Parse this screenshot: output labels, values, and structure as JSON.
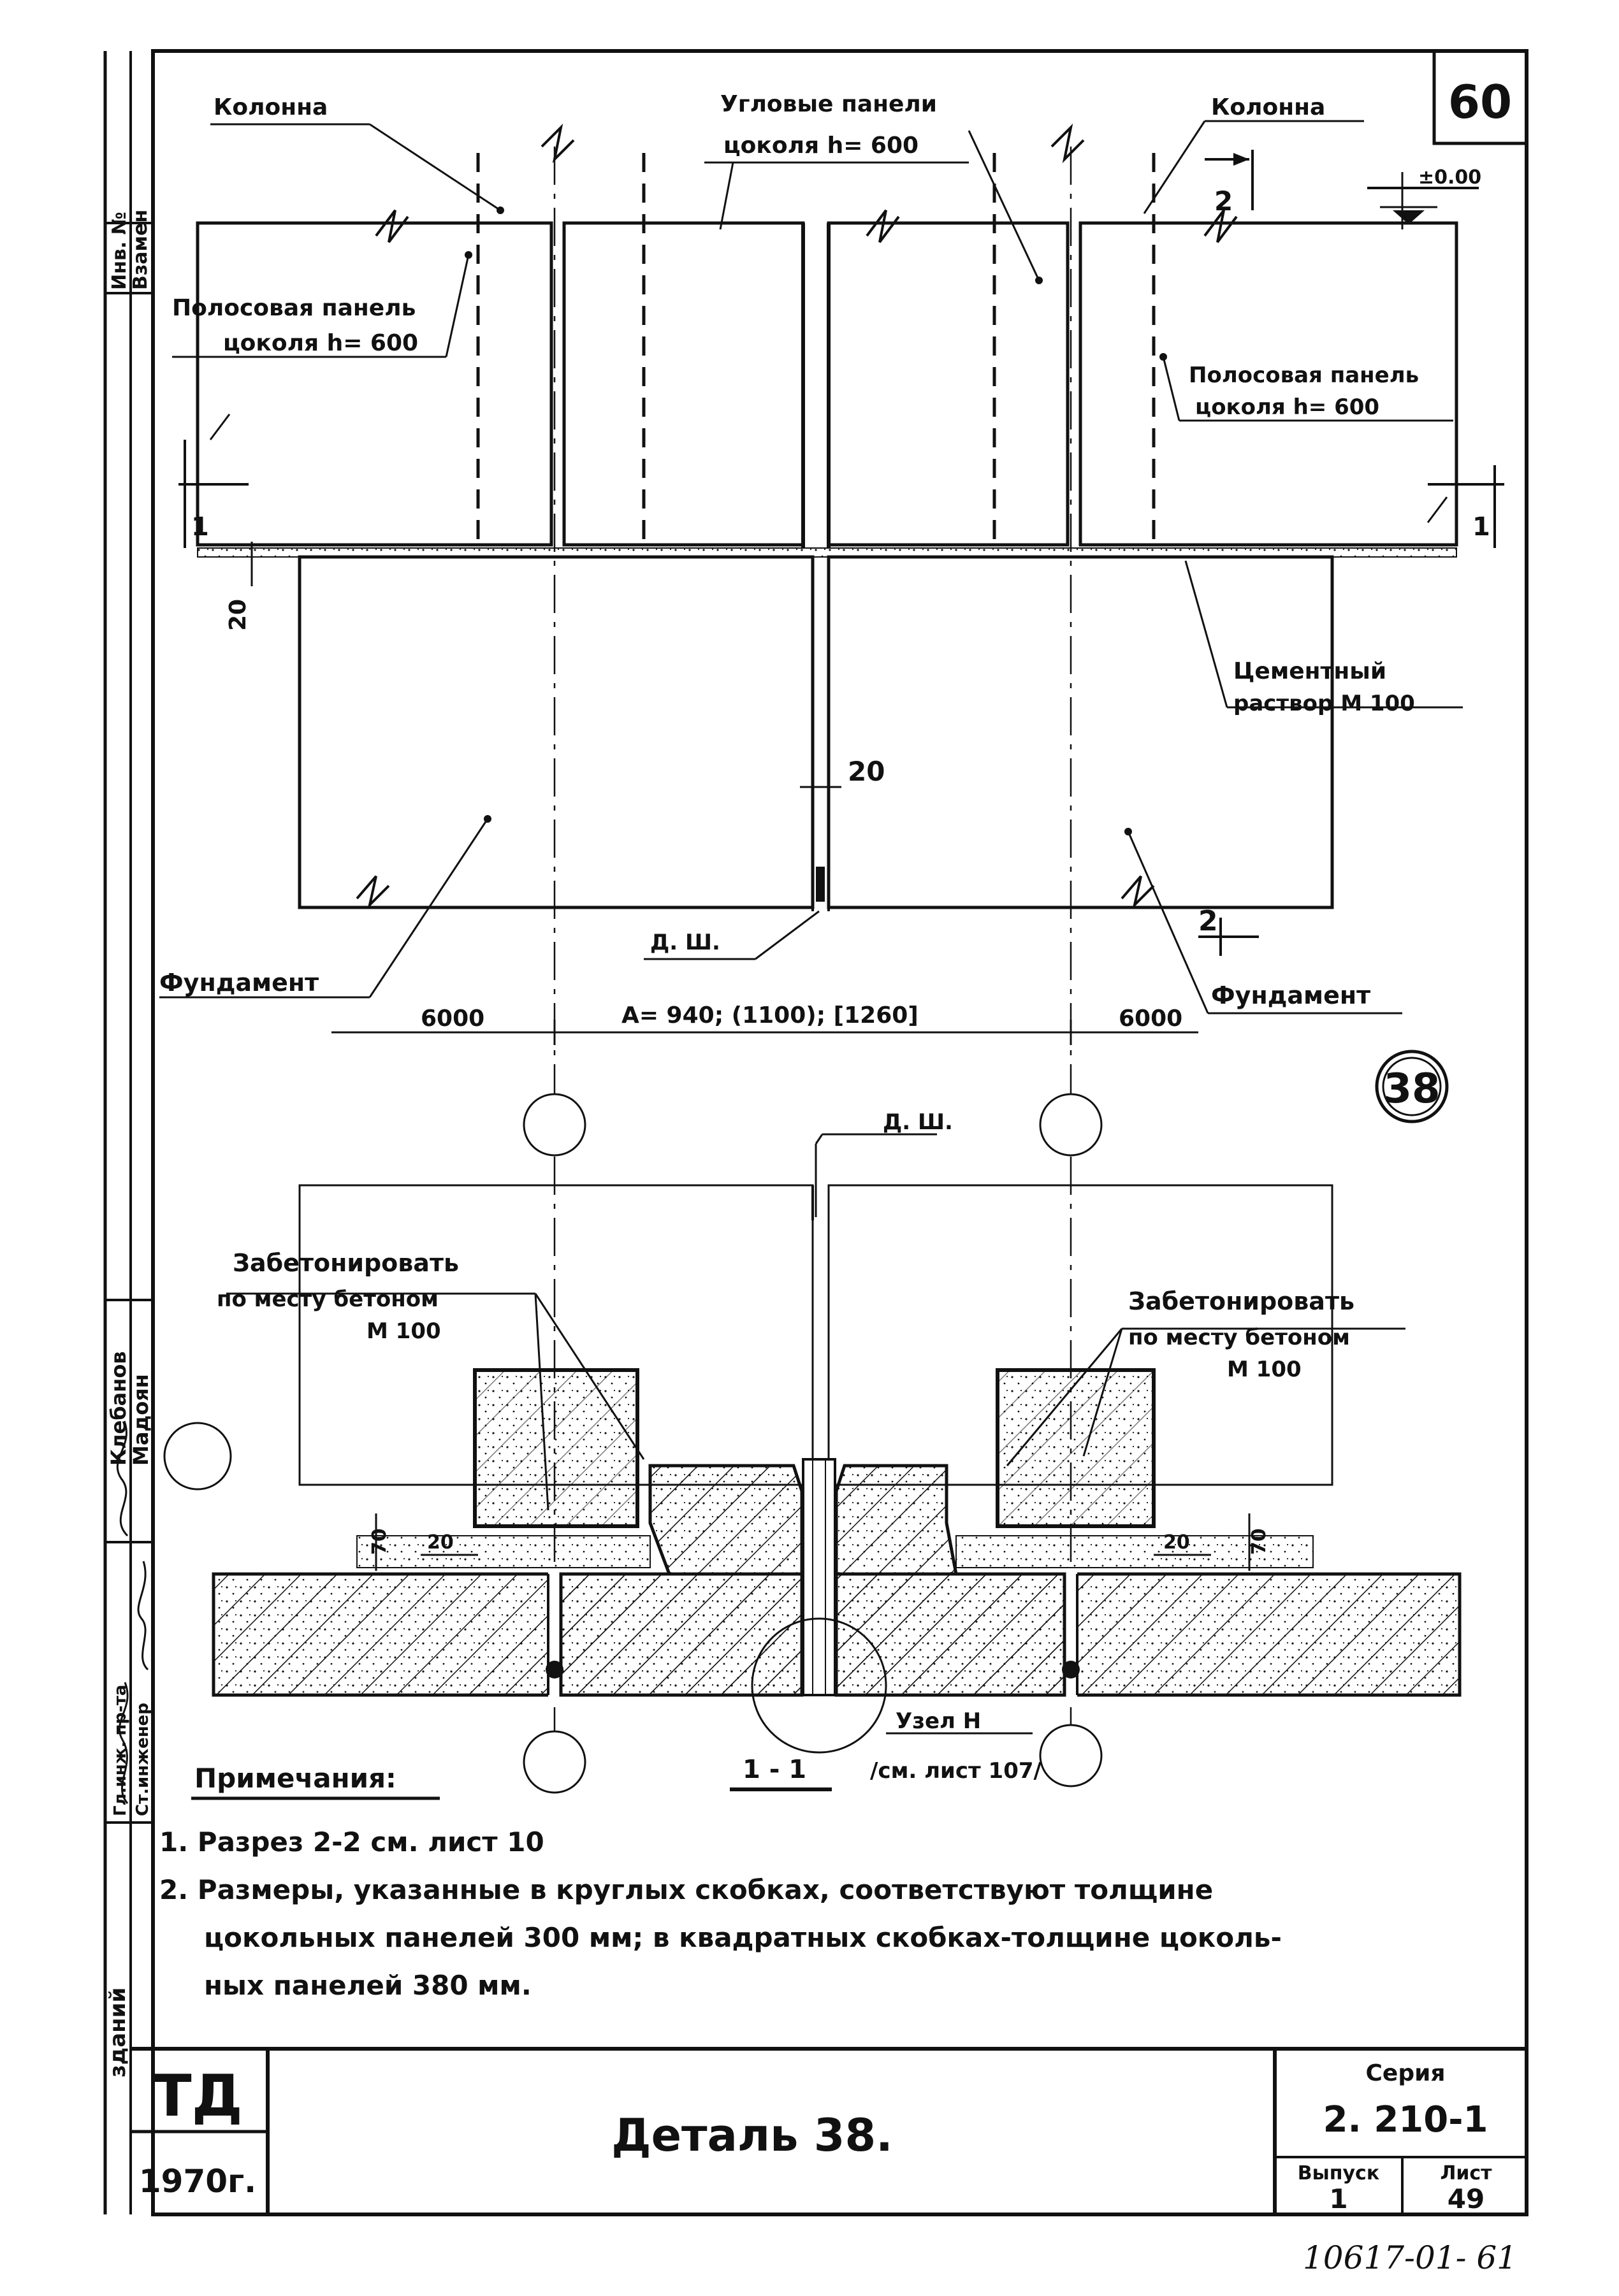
{
  "sheet_number": "60",
  "detail_callout": "38",
  "elevation": {
    "kolonna_left": "Колонна",
    "kolonna_right": "Колонна",
    "corner_panels_line1": "Угловые панели",
    "corner_panels_line2": "цоколя  h= 600",
    "strip_panel_left_line1": "Полосовая панель",
    "strip_panel_left_line2": "цоколя h= 600",
    "strip_panel_right_line1": "Полосовая  панель",
    "strip_panel_right_line2": "цоколя  h= 600",
    "elevation_mark": "±0.00",
    "section_mark_2": "2",
    "section_mark_1": "1",
    "dim_20_vertical": "20",
    "dim_20_joint": "20",
    "cement_line1": "Цементный",
    "cement_line2": "раствор  М 100",
    "ds_top": "Д. Ш.",
    "foundation_left": "Фундамент",
    "foundation_right": "Фундамент",
    "dim_6000_left": "6000",
    "dim_a": "А= 940;  (1100);  [1260]",
    "dim_6000_right": "6000"
  },
  "plan": {
    "ds_label": "Д. Ш.",
    "concrete_left_line1": "Забетонировать",
    "concrete_left_line2": "по месту  бетоном",
    "concrete_left_line3": "М 100",
    "concrete_right_line1": "Забетонировать",
    "concrete_right_line2": "по месту  бетоном",
    "concrete_right_line3": "М 100",
    "dim_20_left": "20",
    "dim_70_left": "70",
    "dim_20_right": "20",
    "dim_70_right": "70",
    "node_label": "Узел  Н",
    "node_ref": "/см. лист 107/",
    "section_label": "1 - 1"
  },
  "notes": {
    "heading": "Примечания:",
    "note1": "1.  Разрез  2-2  см.  лист  10",
    "note2_line1": "2.  Размеры,  указанные  в круглых  скобках,  соответствуют  толщине",
    "note2_line2": "цокольных  панелей  300 мм;  в квадратных  скобках-толщине  цоколь-",
    "note2_line3": "ных  панелей   380 мм."
  },
  "side_stamp": {
    "inv": "Инв. №",
    "vzamen": "Взамен",
    "klebanov": "Клебанов",
    "madoyan": "Мадоян",
    "gl_inzh": "Гл.инж. пр-та",
    "st_inzh": "Ст.инженер",
    "zdaniy": "зданий"
  },
  "title_block": {
    "org": "ТД",
    "year": "1970г.",
    "title": "Деталь 38.",
    "series_label": "Серия",
    "series_value": "2. 210-1",
    "vypusk_label": "Выпуск",
    "vypusk_value": "1",
    "list_label": "Лист",
    "list_value": "49"
  },
  "footer_code": "10617-01-  61"
}
